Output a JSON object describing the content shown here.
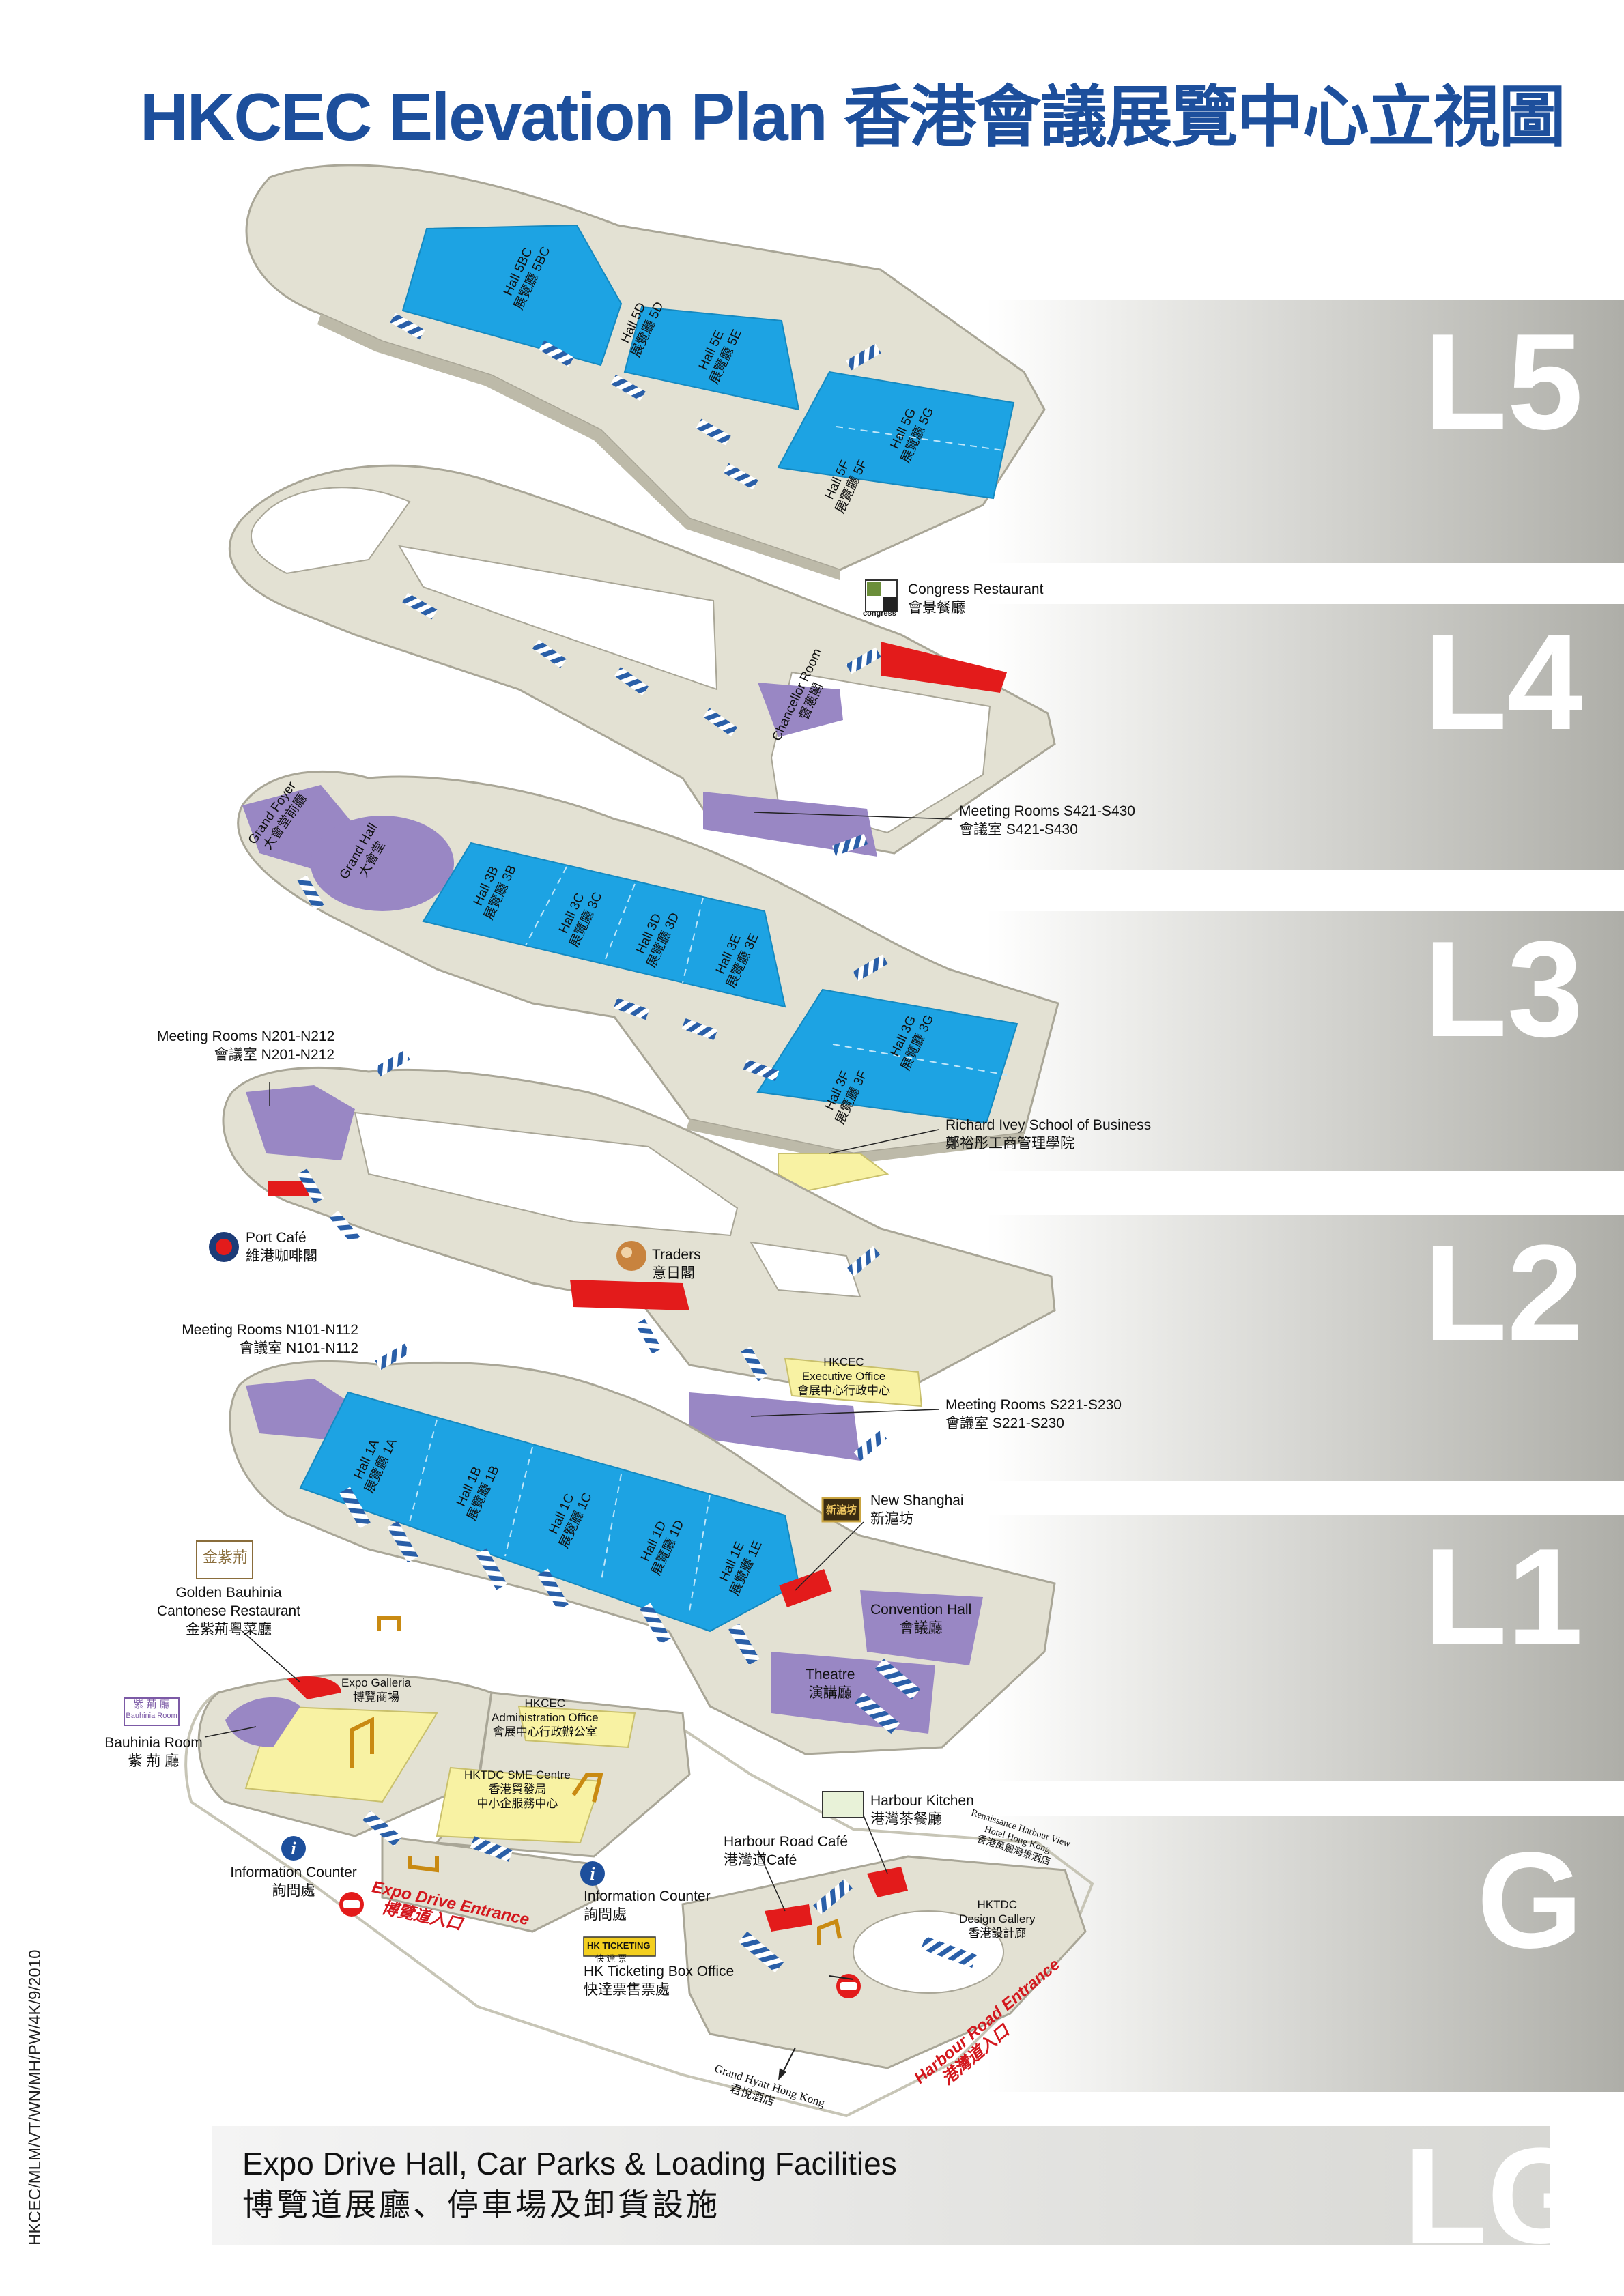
{
  "title": "HKCEC Elevation Plan 香港會議展覽中心立視圖",
  "levels": {
    "l5": "L5",
    "l4": "L4",
    "l3": "L3",
    "l2": "L2",
    "l1": "L1",
    "g": "G",
    "lg": "LG"
  },
  "halls": {
    "h5bc": "Hall 5BC",
    "h5bc_zh": "展覽廳 5BC",
    "h5d": "Hall 5D",
    "h5d_zh": "展覽廳 5D",
    "h5e": "Hall 5E",
    "h5e_zh": "展覽廳 5E",
    "h5f": "Hall 5F",
    "h5f_zh": "展覽廳 5F",
    "h5g": "Hall 5G",
    "h5g_zh": "展覽廳 5G",
    "h3b": "Hall 3B",
    "h3b_zh": "展覽廳 3B",
    "h3c": "Hall 3C",
    "h3c_zh": "展覽廳 3C",
    "h3d": "Hall 3D",
    "h3d_zh": "展覽廳 3D",
    "h3e": "Hall 3E",
    "h3e_zh": "展覽廳 3E",
    "h3f": "Hall 3F",
    "h3f_zh": "展覽廳 3F",
    "h3g": "Hall 3G",
    "h3g_zh": "展覽廳 3G",
    "h1a": "Hall 1A",
    "h1a_zh": "展覽廳 1A",
    "h1b": "Hall 1B",
    "h1b_zh": "展覽廳 1B",
    "h1c": "Hall 1C",
    "h1c_zh": "展覽廳 1C",
    "h1d": "Hall 1D",
    "h1d_zh": "展覽廳 1D",
    "h1e": "Hall 1E",
    "h1e_zh": "展覽廳 1E"
  },
  "rooms": {
    "grand_foyer": "Grand Foyer",
    "grand_foyer_zh": "大會堂前廳",
    "grand_hall": "Grand Hall",
    "grand_hall_zh": "大會堂",
    "chancellor": "Chancellor Room",
    "chancellor_zh": "督憲閣",
    "convention_hall": "Convention Hall",
    "convention_hall_zh": "會議廳",
    "theatre": "Theatre",
    "theatre_zh": "演講廳",
    "expo_galleria": "Expo Galleria",
    "expo_galleria_zh": "博覽商場",
    "admin_office": "HKCEC",
    "admin_office_l2": "Administration Office",
    "admin_office_zh": "會展中心行政辦公室",
    "sme": "HKTDC SME Centre",
    "sme_zh1": "香港貿發局",
    "sme_zh2": "中小企服務中心",
    "exec_office": "HKCEC",
    "exec_office_l2": "Executive Office",
    "exec_office_zh": "會展中心行政中心",
    "design_gallery": "HKTDC",
    "design_gallery_l2": "Design Gallery",
    "design_gallery_zh": "香港設計廊"
  },
  "callouts": {
    "congress": "Congress Restaurant",
    "congress_zh": "會景餐廳",
    "mr_s421": "Meeting Rooms S421-S430",
    "mr_s421_zh": "會議室 S421-S430",
    "mr_n201": "Meeting Rooms N201-N212",
    "mr_n201_zh": "會議室 N201-N212",
    "ivey": "Richard Ivey School of Business",
    "ivey_zh": "鄭裕彤工商管理學院",
    "port_cafe": "Port Café",
    "port_cafe_zh": "維港咖啡閣",
    "traders": "Traders",
    "traders_zh": "意日閣",
    "mr_n101": "Meeting Rooms N101-N112",
    "mr_n101_zh": "會議室 N101-N112",
    "mr_s221": "Meeting Rooms S221-S230",
    "mr_s221_zh": "會議室 S221-S230",
    "new_shanghai": "New Shanghai",
    "new_shanghai_zh": "新滬坊",
    "golden_bauhinia1": "Golden Bauhinia",
    "golden_bauhinia2": "Cantonese Restaurant",
    "golden_bauhinia_zh": "金紫荊粵菜廳",
    "bauhinia_room": "Bauhinia Room",
    "bauhinia_room_zh": "紫 荊 廳",
    "info1": "Information Counter",
    "info1_zh": "詢問處",
    "info2": "Information Counter",
    "info2_zh": "詢問處",
    "expo_entrance": "Expo Drive Entrance",
    "expo_entrance_zh": "博覽道入口",
    "harbour_kitchen": "Harbour Kitchen",
    "harbour_kitchen_zh": "港灣茶餐廳",
    "harbour_cafe": "Harbour Road Café",
    "harbour_cafe_zh": "港灣道Café",
    "ticketing": "HK Ticketing Box Office",
    "ticketing_zh": "快達票售票處",
    "harbour_entrance": "Harbour Road Entrance",
    "harbour_entrance_zh": "港灣道入口",
    "grand_hyatt": "Grand Hyatt Hong Kong",
    "grand_hyatt_zh": "君悅酒店",
    "renaissance": "Renaissance Harbour View Hotel Hong Kong",
    "renaissance_zh": "香港萬麗海景酒店"
  },
  "logos": {
    "congress": "congress",
    "golden_bauhinia": "金紫荊",
    "bauhinia": "紫 荊 廳",
    "bauhinia_en": "Bauhinia Room",
    "new_shanghai": "新滬坊",
    "ticketing": "HK TICKETING",
    "ticketing_zh": "快 達 票"
  },
  "lg_footer": {
    "en": "Expo Drive Hall, Car Parks & Loading Facilities",
    "zh": "博覽道展廳、停車場及卸貨設施"
  },
  "doc_code": "HKCEC/MLM/VT/WN/MH/PW/4K/9/2010",
  "colors": {
    "floor": "#e3e1d3",
    "floor_edge": "#a9a697",
    "hall": "#1da3e3",
    "room": "#9987c4",
    "restaurant": "#e31b1b",
    "office": "#f8f2a3",
    "title": "#1d4f9c"
  }
}
